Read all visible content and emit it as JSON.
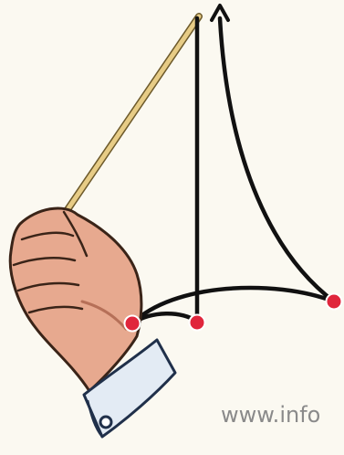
{
  "watermark": {
    "text": "www.info"
  },
  "colors": {
    "background": "#fbf9f1",
    "stroke": "#111111",
    "marker": "#e0263c",
    "skin": "#e6a58c",
    "skin_shadow": "#c98468",
    "cuff": "#dde6f0",
    "cuff_line": "#2a3a55",
    "baton": "#e0c27a",
    "watermark": "#8a8a8a"
  },
  "icons": {
    "hand": "conductor-hand",
    "baton": "conductor-baton",
    "arrow": "upward-arrow"
  }
}
